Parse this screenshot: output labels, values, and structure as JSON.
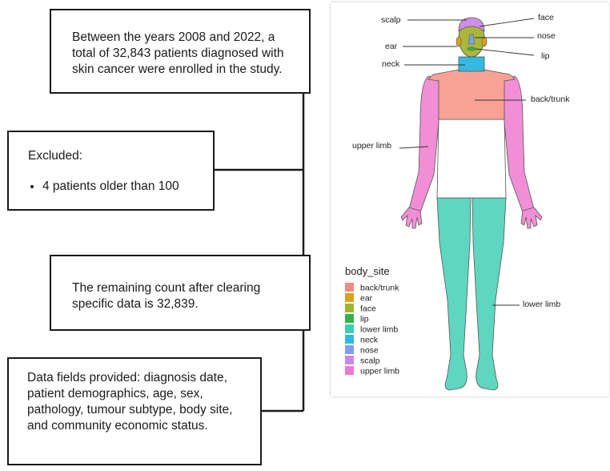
{
  "flow": {
    "enrolled_text": "Between the years 2008 and 2022, a total of 32,843 patients diagnosed with skin cancer were enrolled in the study.",
    "excluded_title": "Excluded:",
    "excluded_items": [
      "4 patients older than 100"
    ],
    "remaining_text": "The remaining count after clearing specific data is 32,839.",
    "fields_text": "Data fields provided: diagnosis date, patient demographics, age, sex, pathology, tumour subtype, body site, and community economic status."
  },
  "body_map": {
    "labels": {
      "scalp": "scalp",
      "face": "face",
      "ear": "ear",
      "nose": "nose",
      "lip": "lip",
      "neck": "neck",
      "back_trunk": "back/trunk",
      "upper_limb": "upper limb",
      "lower_limb": "lower limb"
    },
    "legend": {
      "title": "body_site",
      "items": [
        {
          "label": "back/trunk",
          "color": "#f08c7f"
        },
        {
          "label": "ear",
          "color": "#d9a21b"
        },
        {
          "label": "face",
          "color": "#a3b233"
        },
        {
          "label": "lip",
          "color": "#36b24a"
        },
        {
          "label": "lower limb",
          "color": "#3ccfb5"
        },
        {
          "label": "neck",
          "color": "#2fb8e0"
        },
        {
          "label": "nose",
          "color": "#7f9ff0"
        },
        {
          "label": "scalp",
          "color": "#c98ae6"
        },
        {
          "label": "upper limb",
          "color": "#f07ad2"
        }
      ]
    }
  }
}
